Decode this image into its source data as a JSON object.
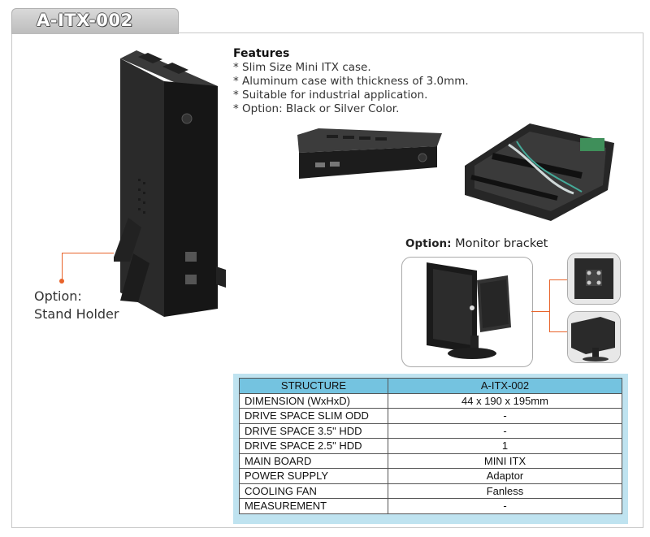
{
  "header": {
    "title": "A-ITX-002"
  },
  "stand_option": {
    "line1": "Option:",
    "line2": "Stand Holder"
  },
  "features": {
    "title": "Features",
    "items": [
      "* Slim Size Mini ITX case.",
      "* Aluminum case with thickness of 3.0mm.",
      "* Suitable for industrial application.",
      "* Option: Black or Silver Color."
    ]
  },
  "monitor_option": {
    "label": "Option:",
    "text": "Monitor bracket"
  },
  "spec_table": {
    "headers": [
      "STRUCTURE",
      "A-ITX-002"
    ],
    "rows": [
      [
        "DIMENSION (WxHxD)",
        "44 x 190 x 195mm"
      ],
      [
        "DRIVE SPACE SLIM ODD",
        "-"
      ],
      [
        "DRIVE SPACE 3.5\" HDD",
        "-"
      ],
      [
        "DRIVE SPACE 2.5\" HDD",
        "1"
      ],
      [
        "MAIN BOARD",
        "MINI ITX"
      ],
      [
        "POWER SUPPLY",
        "Adaptor"
      ],
      [
        "COOLING FAN",
        "Fanless"
      ],
      [
        "MEASUREMENT",
        "-"
      ]
    ]
  },
  "colors": {
    "accent_orange": "#e8632a",
    "table_header": "#74c3e0",
    "table_bg": "#bfe3f0"
  }
}
